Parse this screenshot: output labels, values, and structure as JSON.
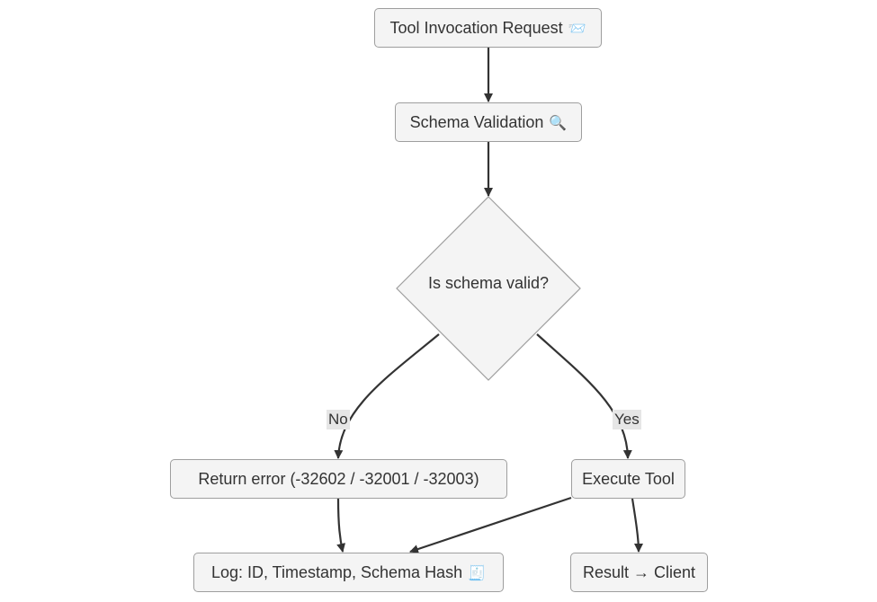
{
  "nodes": {
    "request": {
      "label": "Tool Invocation Request",
      "icon": "envelope-icon",
      "glyph": "📨"
    },
    "validation": {
      "label": "Schema Validation",
      "icon": "magnifier-icon",
      "glyph": "🔍"
    },
    "decision": {
      "label": "Is schema valid?"
    },
    "error": {
      "label": "Return error (-32602 / -32001 / -32003)"
    },
    "execute": {
      "label": "Execute Tool"
    },
    "log": {
      "label": "Log: ID, Timestamp, Schema Hash",
      "icon": "receipt-icon",
      "glyph": "🧾"
    },
    "result": {
      "label": "Result → Client"
    }
  },
  "edges": {
    "no_label": "No",
    "yes_label": "Yes"
  },
  "colors": {
    "node_fill": "#f4f4f4",
    "node_border": "#9e9e9e",
    "edge": "#333333",
    "edge_label_bg": "#e6e6e6"
  }
}
